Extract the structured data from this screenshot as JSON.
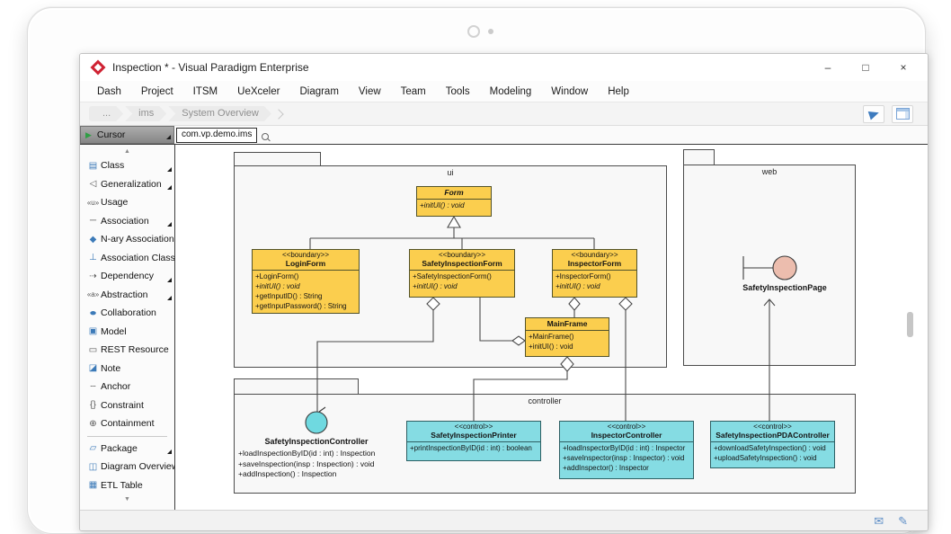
{
  "window": {
    "title": "Inspection * - Visual Paradigm Enterprise",
    "controls": {
      "minimize": "–",
      "maximize": "□",
      "close": "×"
    }
  },
  "menu": {
    "items": [
      "Dash",
      "Project",
      "ITSM",
      "UeXceler",
      "Diagram",
      "View",
      "Team",
      "Tools",
      "Modeling",
      "Window",
      "Help"
    ]
  },
  "breadcrumb": {
    "items": [
      "...",
      "ims",
      "System Overview"
    ]
  },
  "tabstrip": {
    "active_tab": "com.vp.demo.ims"
  },
  "palette": {
    "scroll_up": "▲",
    "scroll_down": "▼",
    "cursor": {
      "label": "Cursor",
      "glyph": "▶"
    },
    "items": [
      {
        "label": "Class",
        "glyph": "▤"
      },
      {
        "label": "Generalization",
        "glyph": "◁"
      },
      {
        "label": "Usage",
        "glyph": "«u»"
      },
      {
        "label": "Association",
        "glyph": "─"
      },
      {
        "label": "N-ary Association",
        "glyph": "◆"
      },
      {
        "label": "Association Class",
        "glyph": "⊥"
      },
      {
        "label": "Dependency",
        "glyph": "⇢"
      },
      {
        "label": "Abstraction",
        "glyph": "«a»"
      },
      {
        "label": "Collaboration",
        "glyph": "●"
      },
      {
        "label": "Model",
        "glyph": "▣"
      },
      {
        "label": "REST Resource",
        "glyph": "▭"
      },
      {
        "label": "Note",
        "glyph": "◪"
      },
      {
        "label": "Anchor",
        "glyph": "┄"
      },
      {
        "label": "Constraint",
        "glyph": "{}"
      },
      {
        "label": "Containment",
        "glyph": "⊕"
      },
      {
        "label": "Package",
        "glyph": "▱"
      },
      {
        "label": "Diagram Overview",
        "glyph": "◫"
      },
      {
        "label": "ETL Table",
        "glyph": "▦"
      }
    ]
  },
  "diagram": {
    "packages": [
      {
        "name": "ui"
      },
      {
        "name": "web"
      },
      {
        "name": "controller"
      }
    ],
    "classes": [
      {
        "stereotype": "",
        "name": "Form",
        "members": [
          "+initUI() : void"
        ]
      },
      {
        "stereotype": "<<boundary>>",
        "name": "LoginForm",
        "members": [
          "+LoginForm()",
          "+initUI() : void",
          "+getInputID() : String",
          "+getInputPassword() : String"
        ]
      },
      {
        "stereotype": "<<boundary>>",
        "name": "SafetyInspectionForm",
        "members": [
          "+SafetyInspectionForm()",
          "+initUI() : void"
        ]
      },
      {
        "stereotype": "<<boundary>>",
        "name": "InspectorForm",
        "members": [
          "+InspectorForm()",
          "+initUI() : void"
        ]
      },
      {
        "stereotype": "",
        "name": "MainFrame",
        "members": [
          "+MainFrame()",
          "+initUI() : void"
        ]
      },
      {
        "stereotype": "<<control>>",
        "name": "SafetyInspectionPrinter",
        "members": [
          "+printInspectionByID(id : int) : boolean"
        ]
      },
      {
        "stereotype": "<<control>>",
        "name": "InspectorController",
        "members": [
          "+loadInspectorByID(id : int) : Inspector",
          "+saveInspector(insp : Inspector) : void",
          "+addInspector() : Inspector"
        ]
      },
      {
        "stereotype": "<<control>>",
        "name": "SafetyInspectionPDAController",
        "members": [
          "+downloadSafetyInspection() : void",
          "+uploadSafetyInspection() : void"
        ]
      }
    ],
    "controller_shape": {
      "name": "SafetyInspectionController",
      "members": [
        "+loadInspectionByID(id : int) : Inspection",
        "+saveInspection(insp : Inspection) : void",
        "+addInspection() : Inspection"
      ]
    },
    "page_shape": {
      "name": "SafetyInspectionPage"
    }
  },
  "statusbar": {
    "mail_glyph": "✉",
    "compose_glyph": "✎"
  },
  "colors": {
    "class_fill": "#FBCE4E",
    "control_fill": "#85DCE3",
    "boundary_fill": "#ECBDAE",
    "package_fill": "#F8F8F8",
    "selected_tool_bg": "#8F8F8F",
    "accent_blue": "#3D7BBE"
  }
}
